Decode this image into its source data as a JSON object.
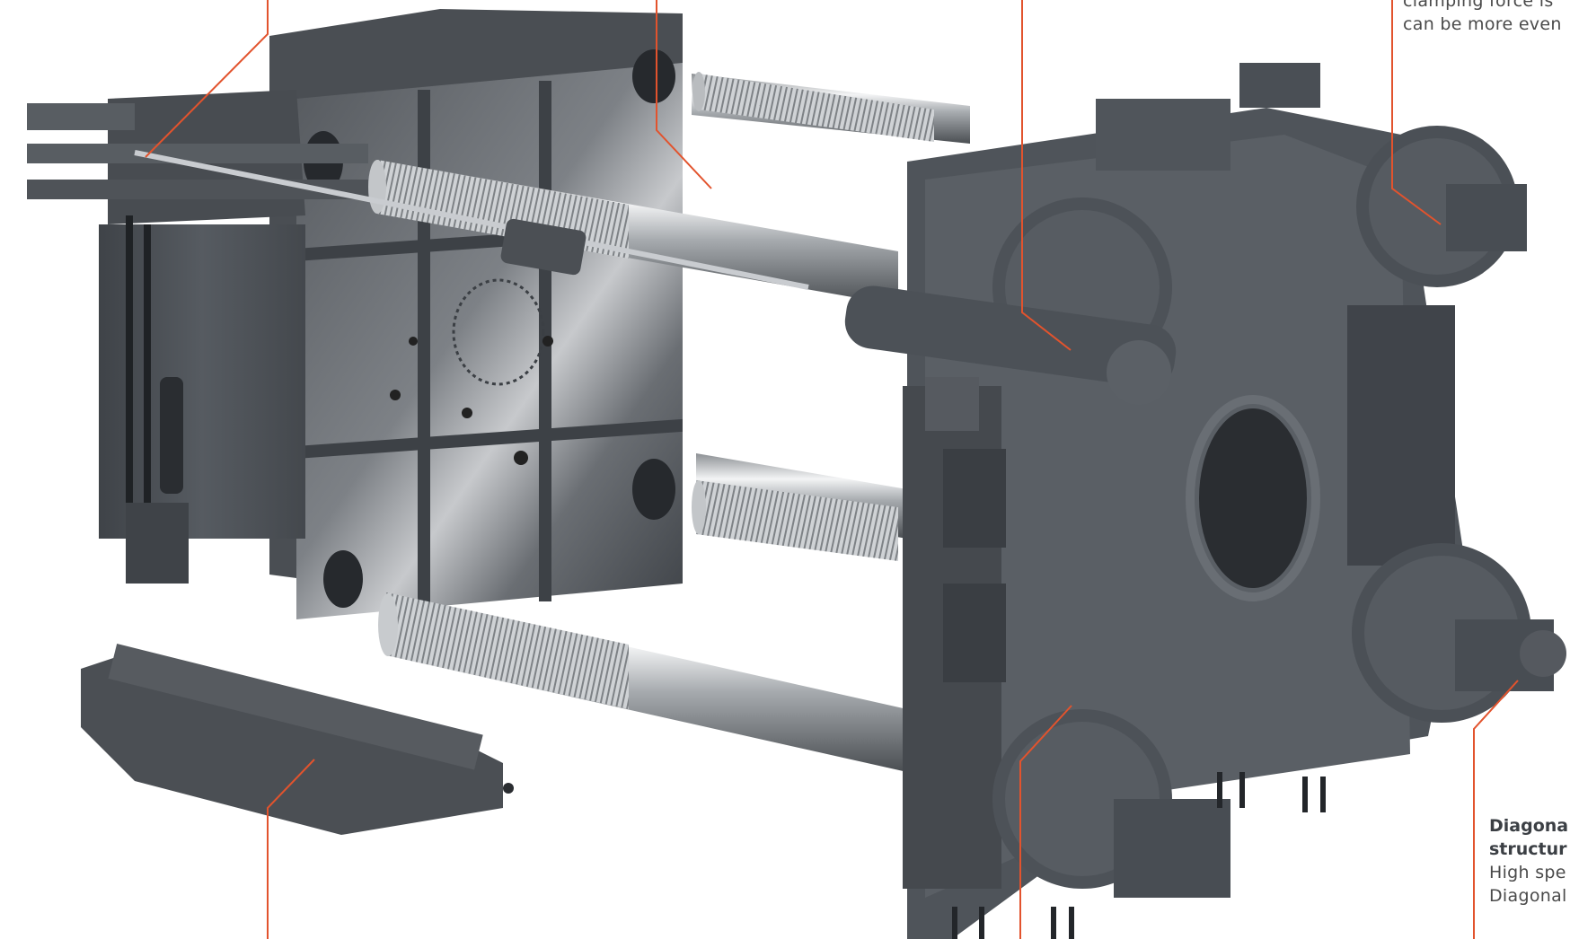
{
  "captions": {
    "top_right": {
      "lines": [
        "clamping force is",
        "can be more even"
      ]
    },
    "bottom_right": {
      "title_lines": [
        "Diagona",
        "structur"
      ],
      "text_lines": [
        "High spe",
        "Diagonal"
      ]
    }
  },
  "colors": {
    "machine_body": "#4e5359",
    "machine_dark": "#33373c",
    "machine_light": "#6c7177",
    "platen_steel": "#6e7277",
    "chrome": "#d9dcdf",
    "leader_line": "#e2532d",
    "background": "#ffffff"
  }
}
